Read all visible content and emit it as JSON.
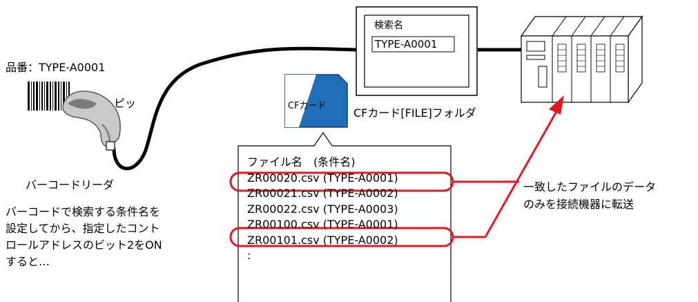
{
  "barcode": {
    "part_number_label": "品番：TYPE-A0001",
    "beep_text": "ピッ",
    "reader_label": "バーコードリーダ"
  },
  "description": {
    "lines": [
      "バーコードで検索する条件名を",
      "設定してから、指定したコント",
      "ロールアドレスのビット2をON",
      "すると…"
    ]
  },
  "display": {
    "search_label": "検索名",
    "search_value": "TYPE-A0001"
  },
  "cf_card": {
    "card_text": "CFカード",
    "folder_label": "CFカード[FILE]フォルダ"
  },
  "file_list": {
    "header": "ファイル名　(条件名)",
    "files": [
      "ZR00020.csv (TYPE-A0001)",
      "ZR00021.csv (TYPE-A0002)",
      "ZR00022.csv (TYPE-A0003)",
      "ZR00100.csv (TYPE-A0001)",
      "ZR00101.csv (TYPE-A0002)"
    ],
    "ellipsis": ":"
  },
  "transfer_note": {
    "lines": [
      "一致したファイルのデータ",
      "のみを接続機器に転送"
    ]
  },
  "colors": {
    "highlight": "#e8141e",
    "card_blue": "#1f6fb8",
    "plc_body": "#ffffff",
    "stroke": "#000000"
  }
}
